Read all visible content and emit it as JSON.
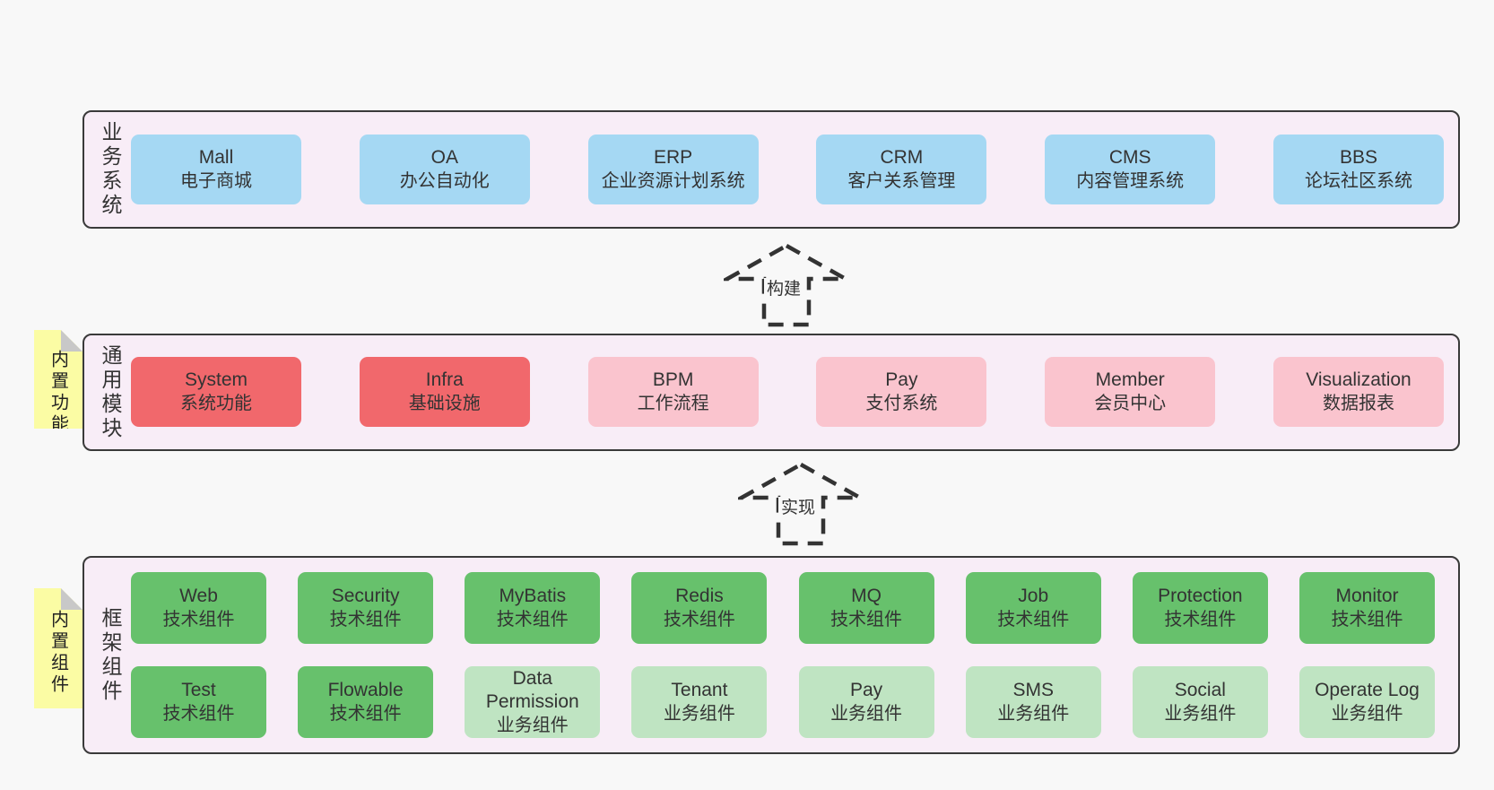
{
  "colors": {
    "page_bg": "#f8f8f8",
    "panel_bg": "#f8edf7",
    "panel_border": "#3a3a3a",
    "box_blue": "#a5d8f3",
    "box_red": "#f1686c",
    "box_pink": "#fac4ce",
    "box_green": "#67c16c",
    "box_lightgreen": "#bfe4c2",
    "note_yellow": "#fbfca4",
    "note_fold": "#c8c8c8",
    "text": "#333333",
    "arrow": "#333333"
  },
  "sections": [
    {
      "id": "business-systems",
      "label": "业务系统",
      "rows": [
        [
          {
            "id": "mall",
            "name": "Mall",
            "subtitle": "电子商城",
            "color": "blue"
          },
          {
            "id": "oa",
            "name": "OA",
            "subtitle": "办公自动化",
            "color": "blue"
          },
          {
            "id": "erp",
            "name": "ERP",
            "subtitle": "企业资源计划系统",
            "color": "blue"
          },
          {
            "id": "crm",
            "name": "CRM",
            "subtitle": "客户关系管理",
            "color": "blue"
          },
          {
            "id": "cms",
            "name": "CMS",
            "subtitle": "内容管理系统",
            "color": "blue"
          },
          {
            "id": "bbs",
            "name": "BBS",
            "subtitle": "论坛社区系统",
            "color": "blue"
          }
        ]
      ]
    },
    {
      "id": "common-modules",
      "label": "通用模块",
      "note": "内置功能",
      "rows": [
        [
          {
            "id": "system",
            "name": "System",
            "subtitle": "系统功能",
            "color": "red"
          },
          {
            "id": "infra",
            "name": "Infra",
            "subtitle": "基础设施",
            "color": "red"
          },
          {
            "id": "bpm",
            "name": "BPM",
            "subtitle": "工作流程",
            "color": "pink"
          },
          {
            "id": "pay",
            "name": "Pay",
            "subtitle": "支付系统",
            "color": "pink"
          },
          {
            "id": "member",
            "name": "Member",
            "subtitle": "会员中心",
            "color": "pink"
          },
          {
            "id": "visualization",
            "name": "Visualization",
            "subtitle": "数据报表",
            "color": "pink"
          }
        ]
      ]
    },
    {
      "id": "framework-components",
      "label": "框架组件",
      "note": "内置组件",
      "rows": [
        [
          {
            "id": "web",
            "name": "Web",
            "subtitle": "技术组件",
            "color": "green"
          },
          {
            "id": "security",
            "name": "Security",
            "subtitle": "技术组件",
            "color": "green"
          },
          {
            "id": "mybatis",
            "name": "MyBatis",
            "subtitle": "技术组件",
            "color": "green"
          },
          {
            "id": "redis",
            "name": "Redis",
            "subtitle": "技术组件",
            "color": "green"
          },
          {
            "id": "mq",
            "name": "MQ",
            "subtitle": "技术组件",
            "color": "green"
          },
          {
            "id": "job",
            "name": "Job",
            "subtitle": "技术组件",
            "color": "green"
          },
          {
            "id": "protection",
            "name": "Protection",
            "subtitle": "技术组件",
            "color": "green"
          },
          {
            "id": "monitor",
            "name": "Monitor",
            "subtitle": "技术组件",
            "color": "green"
          }
        ],
        [
          {
            "id": "test",
            "name": "Test",
            "subtitle": "技术组件",
            "color": "green"
          },
          {
            "id": "flowable",
            "name": "Flowable",
            "subtitle": "技术组件",
            "color": "green"
          },
          {
            "id": "data-permission",
            "name": "Data Permission",
            "subtitle": "业务组件",
            "color": "lightgreen"
          },
          {
            "id": "tenant",
            "name": "Tenant",
            "subtitle": "业务组件",
            "color": "lightgreen"
          },
          {
            "id": "pay-business",
            "name": "Pay",
            "subtitle": "业务组件",
            "color": "lightgreen"
          },
          {
            "id": "sms",
            "name": "SMS",
            "subtitle": "业务组件",
            "color": "lightgreen"
          },
          {
            "id": "social",
            "name": "Social",
            "subtitle": "业务组件",
            "color": "lightgreen"
          },
          {
            "id": "operate-log",
            "name": "Operate Log",
            "subtitle": "业务组件",
            "color": "lightgreen"
          }
        ]
      ]
    }
  ],
  "arrows": [
    {
      "id": "build",
      "label": "构建"
    },
    {
      "id": "implement",
      "label": "实现"
    }
  ]
}
